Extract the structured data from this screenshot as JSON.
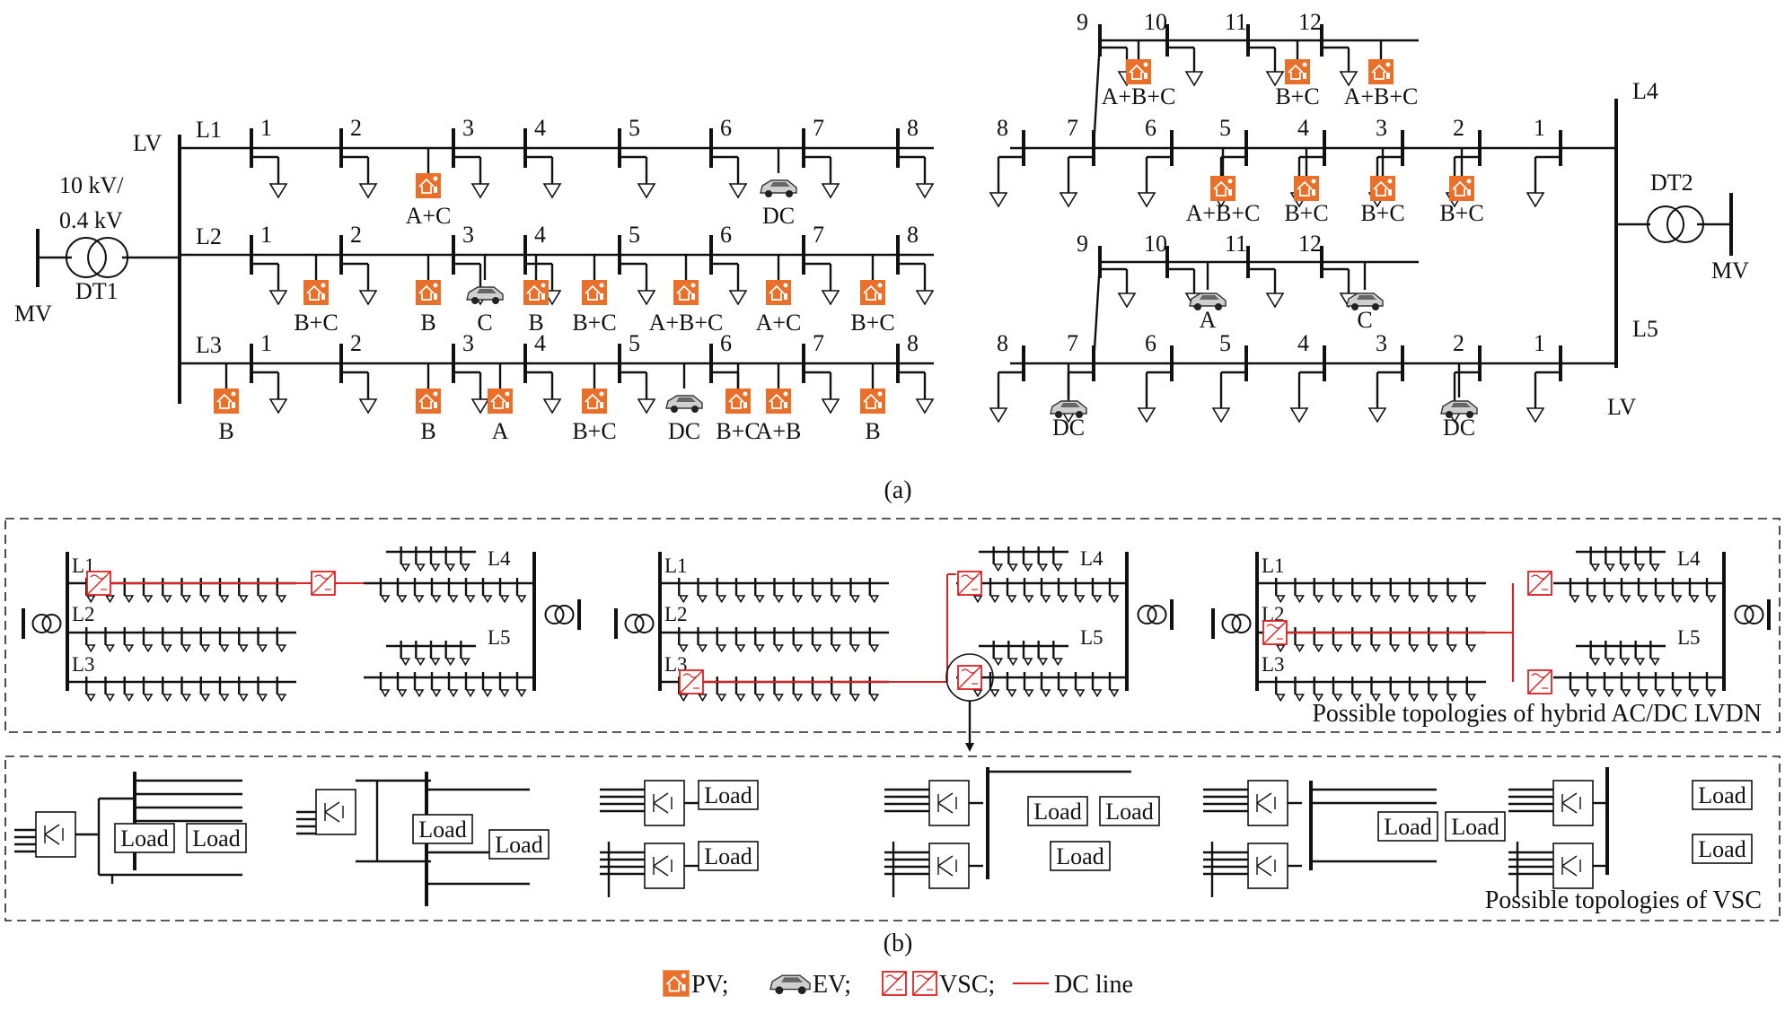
{
  "part_a": {
    "caption": "(a)",
    "left": {
      "lv": "LV",
      "transformer": {
        "rating_line1": "10 kV/",
        "rating_line2": "0.4 kV",
        "name": "DT1",
        "mv": "MV"
      },
      "feeders": [
        {
          "name": "L1",
          "nodes": [
            "1",
            "2",
            "3",
            "4",
            "5",
            "6",
            "7",
            "8"
          ],
          "devices": [
            {
              "node": 3,
              "kind": "pv",
              "label": "A+C"
            },
            {
              "node": 7,
              "kind": "ev",
              "label": "DC"
            }
          ]
        },
        {
          "name": "L2",
          "nodes": [
            "1",
            "2",
            "3",
            "4",
            "5",
            "6",
            "7",
            "8"
          ],
          "devices": [
            {
              "node": 2,
              "kind": "pv",
              "label": "B+C"
            },
            {
              "node": 3,
              "kind": "pv",
              "label": "B"
            },
            {
              "node": 4,
              "kind": "ev",
              "label": "C"
            },
            {
              "node": 4,
              "kind": "pv",
              "label": "B"
            },
            {
              "node": 5,
              "kind": "pv",
              "label": "B+C"
            },
            {
              "node": 6,
              "kind": "pv",
              "label": "A+B+C"
            },
            {
              "node": 7,
              "kind": "pv",
              "label": "A+C"
            },
            {
              "node": 8,
              "kind": "pv",
              "label": "B+C"
            }
          ]
        },
        {
          "name": "L3",
          "nodes": [
            "1",
            "2",
            "3",
            "4",
            "5",
            "6",
            "7",
            "8"
          ],
          "devices": [
            {
              "node": 1,
              "kind": "pv",
              "label": "B"
            },
            {
              "node": 3,
              "kind": "pv",
              "label": "B"
            },
            {
              "node": 4,
              "kind": "pv",
              "label": "A"
            },
            {
              "node": 5,
              "kind": "pv",
              "label": "B+C"
            },
            {
              "node": 6,
              "kind": "ev",
              "label": "DC"
            },
            {
              "node": 6,
              "kind": "pv",
              "label": "B+C"
            },
            {
              "node": 7,
              "kind": "pv",
              "label": "A+B"
            },
            {
              "node": 8,
              "kind": "pv",
              "label": "B"
            }
          ]
        }
      ]
    },
    "right": {
      "lv": "LV",
      "transformer": {
        "name": "DT2",
        "mv": "MV"
      },
      "feeders": [
        {
          "name": "L4",
          "main_nodes": [
            "8",
            "7",
            "6",
            "5",
            "4",
            "3",
            "2",
            "1"
          ],
          "branch_nodes": [
            "9",
            "10",
            "11",
            "12"
          ],
          "labels": [
            "A+B+C",
            "B+C",
            "A+B+C",
            "A+B+C",
            "B+C",
            "B+C",
            "B+C"
          ]
        },
        {
          "name": "L5",
          "main_nodes": [
            "8",
            "7",
            "6",
            "5",
            "4",
            "3",
            "2",
            "1"
          ],
          "branch_nodes": [
            "9",
            "10",
            "11",
            "12"
          ],
          "labels": [
            "A",
            "C",
            "DC",
            "DC"
          ]
        }
      ]
    }
  },
  "part_b": {
    "caption": "(b)",
    "feeder_labels": [
      "L1",
      "L2",
      "L3",
      "L4",
      "L5"
    ],
    "topology_caption": "Possible topologies of hybrid AC/DC LVDN",
    "vsc_caption": "Possible topologies of VSC",
    "load_label": "Load"
  },
  "legend": {
    "pv": "PV;",
    "ev": "EV;",
    "vsc": "VSC;",
    "dc": "DC line"
  },
  "colors": {
    "pv_fill": "#e8702a",
    "dc_line": "#dd2222",
    "ink": "#111111"
  }
}
